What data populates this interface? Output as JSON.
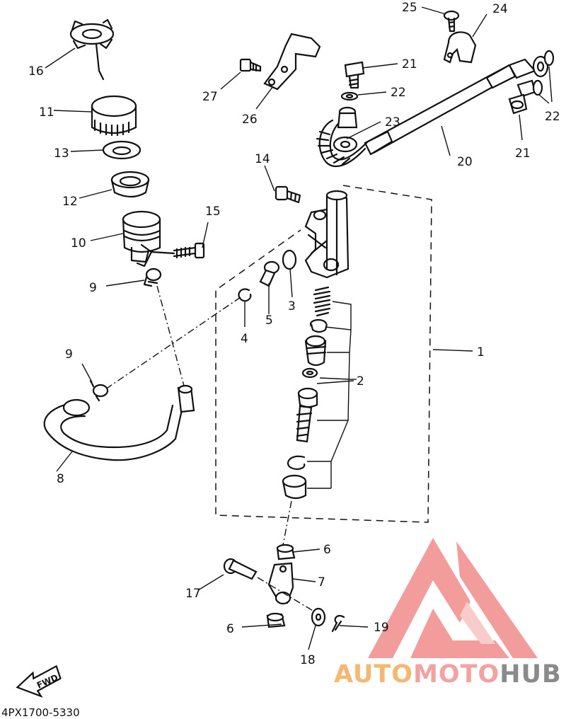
{
  "callouts": {
    "c1": "1",
    "c2": "2",
    "c3": "3",
    "c4": "4",
    "c5": "5",
    "c6a": "6",
    "c6b": "6",
    "c7": "7",
    "c8": "8",
    "c9a": "9",
    "c9b": "9",
    "c10": "10",
    "c11": "11",
    "c12": "12",
    "c13": "13",
    "c14": "14",
    "c15": "15",
    "c16": "16",
    "c17": "17",
    "c18": "18",
    "c19": "19",
    "c20": "20",
    "c21a": "21",
    "c21b": "21",
    "c22a": "22",
    "c22b": "22",
    "c23": "23",
    "c24": "24",
    "c25": "25",
    "c26": "26",
    "c27": "27"
  },
  "fwd_label": "FWD",
  "diagram_code": "4PX1700-5330",
  "watermark": {
    "part1": "AUTO",
    "part2": "MOTO",
    "part3": "HUB",
    "color_orange": "#f5b872",
    "color_pink": "#f2a3a1",
    "color_gray": "#8a8a8a",
    "logo_color": "#f28b8b"
  }
}
